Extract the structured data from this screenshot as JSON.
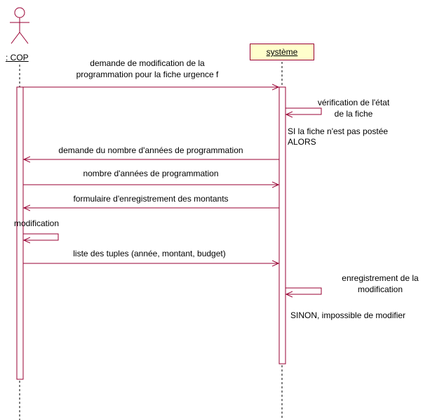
{
  "actor": {
    "name": ": COP"
  },
  "system": {
    "name": "système"
  },
  "messages": [
    {
      "label_lines": [
        "demande de modification de la",
        "programmation pour la fiche urgence f"
      ]
    },
    {
      "label_lines": [
        "vérification de l'état",
        "de la fiche"
      ]
    },
    {
      "label_lines": [
        "demande du nombre d'années de programmation"
      ]
    },
    {
      "label_lines": [
        "nombre d'années de programmation"
      ]
    },
    {
      "label_lines": [
        "formulaire d'enregistrement des montants"
      ]
    },
    {
      "label_lines": [
        "modification"
      ]
    },
    {
      "label_lines": [
        "liste des tuples (année, montant, budget)"
      ]
    },
    {
      "label_lines": [
        "enregistrement de la",
        "modification"
      ]
    }
  ],
  "notes": {
    "condition_lines": [
      "SI la fiche n'est pas postée",
      "ALORS"
    ],
    "else_line": "SINON, impossible de modifier"
  },
  "colors": {
    "line": "#990033",
    "lifeline": "#000000",
    "system_fill": "#ffffcc"
  }
}
